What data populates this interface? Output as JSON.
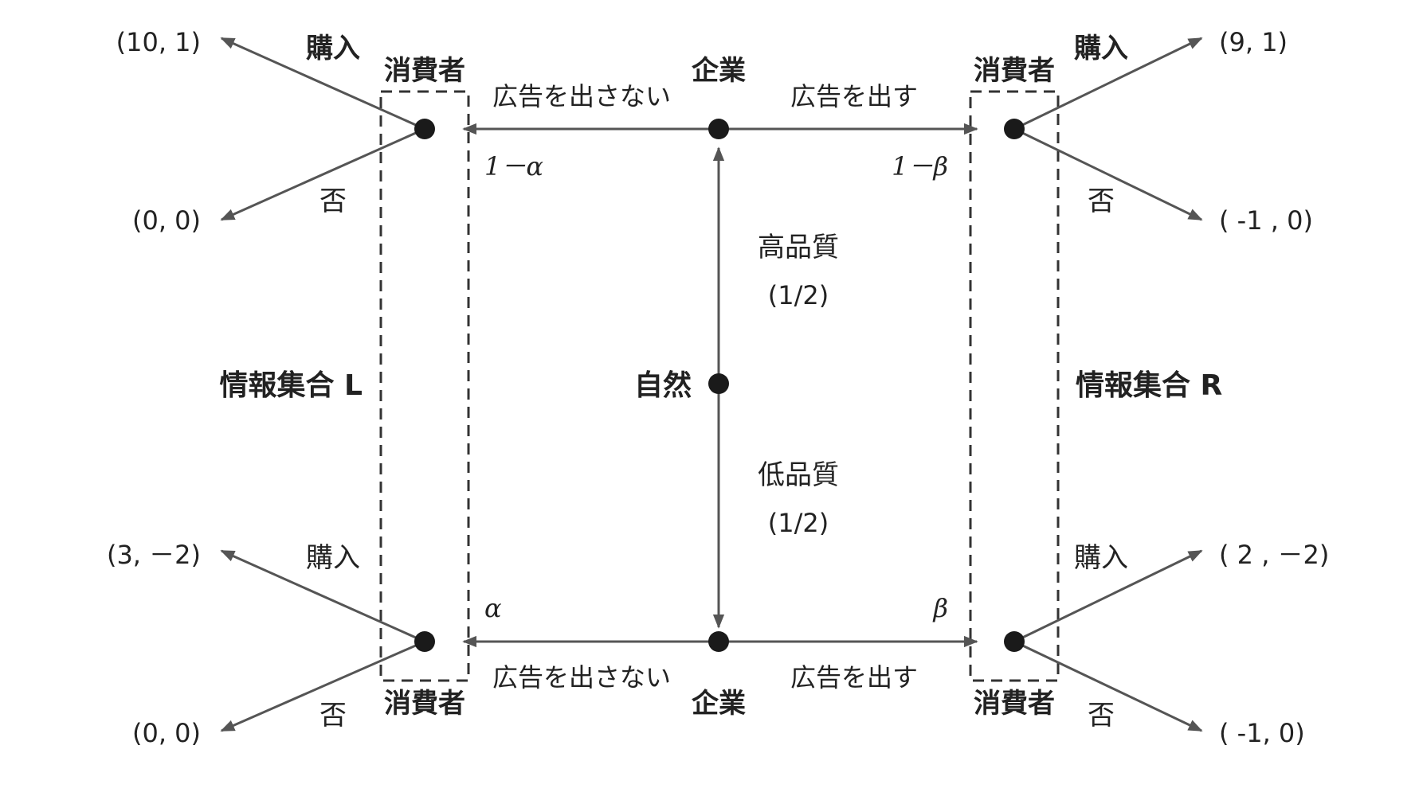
{
  "colors": {
    "ink": "#222222",
    "edge": "#555555",
    "background": "#ffffff"
  },
  "nature": {
    "label": "自然",
    "high_quality": "高品質",
    "high_prob": "(1/2)",
    "low_quality": "低品質",
    "low_prob": "(1/2)"
  },
  "firm": {
    "top_label": "企業",
    "bottom_label": "企業",
    "no_ad": "広告を出さない",
    "ad": "広告を出す"
  },
  "consumer": {
    "label": "消費者",
    "buy": "購入",
    "no": "否"
  },
  "info_sets": {
    "left": "情報集合 L",
    "right": "情報集合 R"
  },
  "beliefs": {
    "top_left": "1－α",
    "top_right": "1－β",
    "bottom_left": "α",
    "bottom_right": "β"
  },
  "payoffs": {
    "top_left_buy": "(10, 1)",
    "top_left_no": "(0, 0)",
    "top_right_buy": "(9, 1)",
    "top_right_no": "( -1 , 0)",
    "bottom_left_buy": "(3, －2)",
    "bottom_left_no": "(0, 0)",
    "bottom_right_buy": "( 2 , －2)",
    "bottom_right_no": "( -1, 0)"
  }
}
